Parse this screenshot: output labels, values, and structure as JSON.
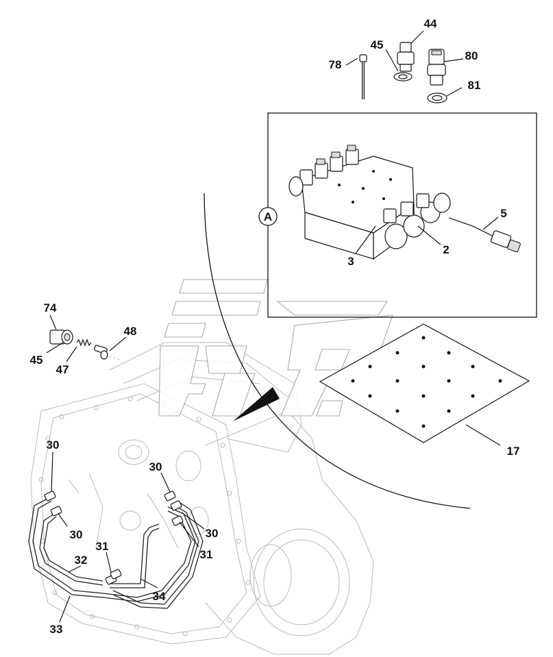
{
  "diagram": {
    "detail_marker": "A",
    "callouts": {
      "c44": "44",
      "c45_top": "45",
      "c78": "78",
      "c80": "80",
      "c81": "81",
      "c5": "5",
      "c2": "2",
      "c3": "3",
      "c74": "74",
      "c48": "48",
      "c45_left": "45",
      "c47": "47",
      "c17": "17",
      "c30_a": "30",
      "c30_b": "30",
      "c30_c": "30",
      "c30_d": "30",
      "c31_a": "31",
      "c31_b": "31",
      "c32": "32",
      "c33": "33",
      "c34": "34"
    }
  }
}
